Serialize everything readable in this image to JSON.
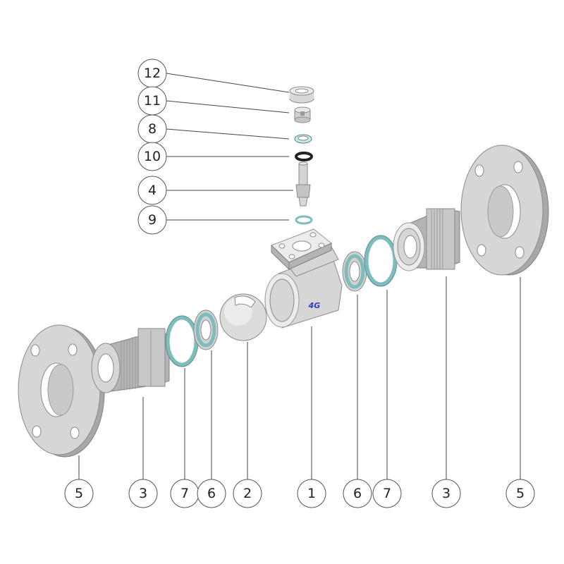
{
  "brand": {
    "text": "4G",
    "color": "#2e3fbf"
  },
  "callouts": {
    "c12": "12",
    "c11": "11",
    "c8": "8",
    "c10": "10",
    "c4": "4",
    "c9": "9",
    "b5_left": "5",
    "b3_left": "3",
    "b7_left": "7",
    "b6_left": "6",
    "b2": "2",
    "b1": "1",
    "b6_right": "6",
    "b7_right": "7",
    "b3_right": "3",
    "b5_right": "5"
  },
  "colors": {
    "seal": "#7fbcbc",
    "metal": "#d6d6d6",
    "oring": "#222222"
  }
}
